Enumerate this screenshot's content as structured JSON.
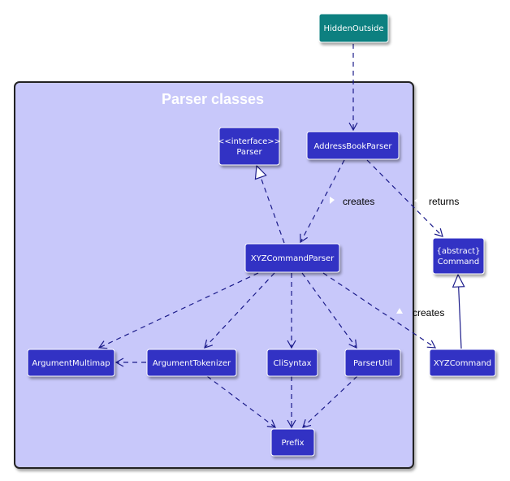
{
  "package": {
    "title": "Parser classes"
  },
  "colors": {
    "package_fill": "#c8c8fa",
    "package_border": "#222222",
    "node_fill": "#3333c4",
    "node_outside_fill": "#0f8080",
    "edge": "#1b1b8a",
    "node_text": "#ffffff",
    "label_text": "#000000"
  },
  "nodes": {
    "hidden_outside": {
      "label": "HiddenOutside"
    },
    "parser_interface": {
      "stereotype": "<<interface>>",
      "label": "Parser"
    },
    "address_book_parser": {
      "label": "AddressBookParser"
    },
    "xyz_command_parser": {
      "label": "XYZCommandParser"
    },
    "command": {
      "stereotype": "{abstract}",
      "label": "Command"
    },
    "argument_multimap": {
      "label": "ArgumentMultimap"
    },
    "argument_tokenizer": {
      "label": "ArgumentTokenizer"
    },
    "cli_syntax": {
      "label": "CliSyntax"
    },
    "parser_util": {
      "label": "ParserUtil"
    },
    "xyz_command": {
      "label": "XYZCommand"
    },
    "prefix": {
      "label": "Prefix"
    }
  },
  "edges": {
    "creates_parser": {
      "label": "creates",
      "from": "AddressBookParser",
      "to": "XYZCommandParser",
      "style": "dashed"
    },
    "returns_command": {
      "label": "returns",
      "from": "AddressBookParser",
      "to": "Command",
      "style": "dashed"
    },
    "creates_command": {
      "label": "creates",
      "from": "XYZCommandParser",
      "to": "XYZCommand",
      "style": "dashed"
    },
    "hidden_to_abp": {
      "from": "HiddenOutside",
      "to": "AddressBookParser",
      "style": "dashed"
    },
    "xyz_implements_parser": {
      "from": "XYZCommandParser",
      "to": "Parser",
      "style": "dashed-realization"
    },
    "xyz_to_multimap": {
      "from": "XYZCommandParser",
      "to": "ArgumentMultimap",
      "style": "dashed"
    },
    "xyz_to_tokenizer": {
      "from": "XYZCommandParser",
      "to": "ArgumentTokenizer",
      "style": "dashed"
    },
    "xyz_to_clisyntax": {
      "from": "XYZCommandParser",
      "to": "CliSyntax",
      "style": "dashed"
    },
    "xyz_to_parserutil": {
      "from": "XYZCommandParser",
      "to": "ParserUtil",
      "style": "dashed"
    },
    "tokenizer_to_multimap": {
      "from": "ArgumentTokenizer",
      "to": "ArgumentMultimap",
      "style": "dashed"
    },
    "tokenizer_to_prefix": {
      "from": "ArgumentTokenizer",
      "to": "Prefix",
      "style": "dashed"
    },
    "clisyntax_to_prefix": {
      "from": "CliSyntax",
      "to": "Prefix",
      "style": "dashed"
    },
    "parserutil_to_prefix": {
      "from": "ParserUtil",
      "to": "Prefix",
      "style": "dashed"
    },
    "xyzcommand_extends_command": {
      "from": "XYZCommand",
      "to": "Command",
      "style": "solid-inheritance"
    }
  }
}
